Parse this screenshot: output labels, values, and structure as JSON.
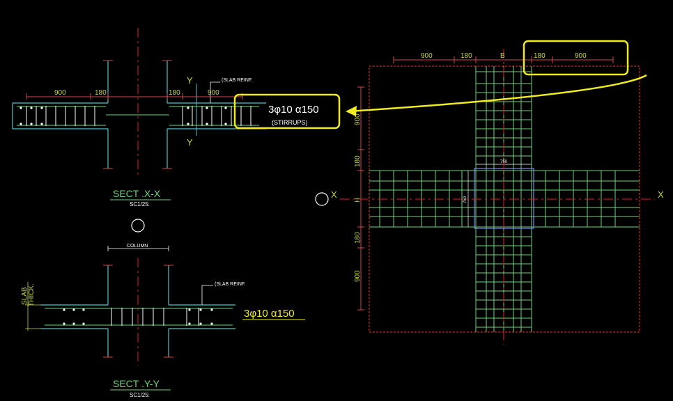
{
  "colors": {
    "background": "#000000",
    "dim": "#c8d832",
    "dim_line": "#d04848",
    "concrete": "#4fc3c8",
    "rebar": "#6fd37a",
    "axis": "#e02020",
    "border_red": "#ff2a2a",
    "highlight": "#f0ec20",
    "white": "#ffffff",
    "column_box": "#7a8cf0"
  },
  "section_xx": {
    "dims": [
      "900",
      "180",
      "180",
      "900"
    ],
    "axis_y_top": "Y",
    "axis_y_bottom": "Y",
    "slab_reinf": "(SLAB REINF.",
    "stirrup_spec": "3φ10  α150",
    "stirrup_note": "(STIRRUPS)",
    "title": "SECT .X-X",
    "scale": "SC1/25:"
  },
  "section_yy": {
    "column_label": "COLUMN",
    "slab_thick_1": "SLAB",
    "slab_thick_2": "THICK.",
    "slab_reinf": "(SLAB REINF.",
    "stirrup_spec": "3φ10  α150",
    "title": "SECT .Y-Y",
    "scale": "SC1/25:"
  },
  "plan": {
    "top_dims": [
      "900",
      "180",
      "180",
      "900"
    ],
    "top_axis": "B",
    "left_dims": [
      "900",
      "180",
      "180",
      "900"
    ],
    "left_axis": "H",
    "axis_x_left": "X",
    "axis_x_right": "X",
    "column_w": "750",
    "column_h": "750"
  }
}
